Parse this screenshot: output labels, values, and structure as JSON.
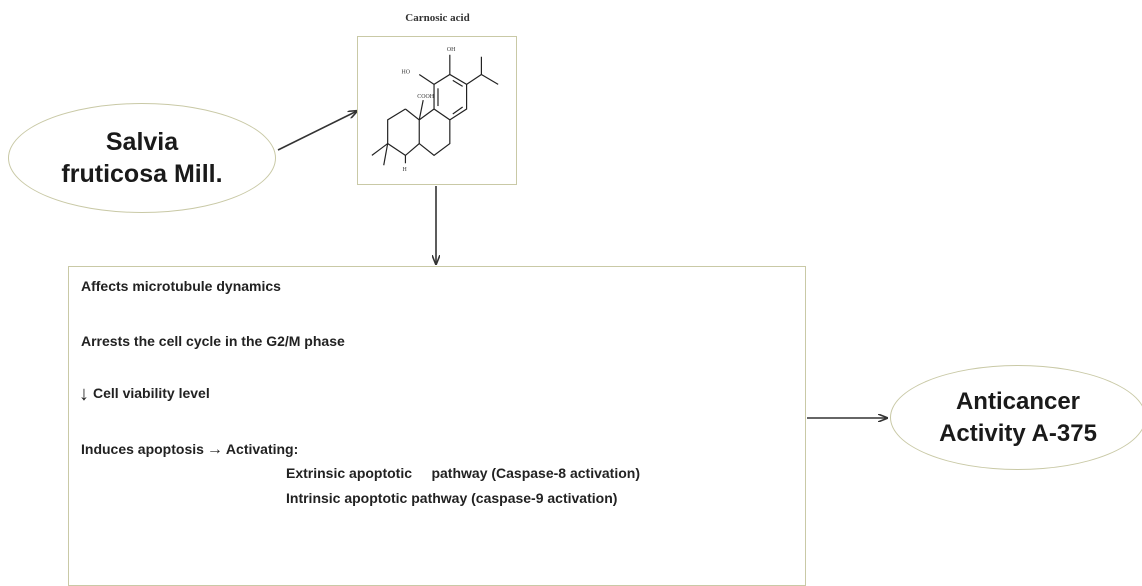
{
  "source": {
    "label": "Salvia fruticosa Mill."
  },
  "compound": {
    "name": "Carnosic acid",
    "atoms": {
      "oh": "OH",
      "ho": "HO",
      "cooh": "COOH",
      "h": "H"
    }
  },
  "effects": {
    "microtubule": "Affects microtubule  dynamics",
    "cell_cycle": "Arrests the cell cycle in the G2/M phase",
    "down_arrow": "↓",
    "viability": "Cell viability level",
    "apoptosis_lead": "Induces apoptosis",
    "right_arrow": "→",
    "activating": "Activating:",
    "extrinsic": "Extrinsic apoptotic     pathway (Caspase-8 activation)",
    "intrinsic": "Intrinsic apoptotic pathway (caspase-9 activation)"
  },
  "outcome": {
    "label": "Anticancer Activity A-375"
  },
  "colors": {
    "box_border": "#c9c9a6",
    "arrow": "#333333",
    "text": "#222222"
  }
}
